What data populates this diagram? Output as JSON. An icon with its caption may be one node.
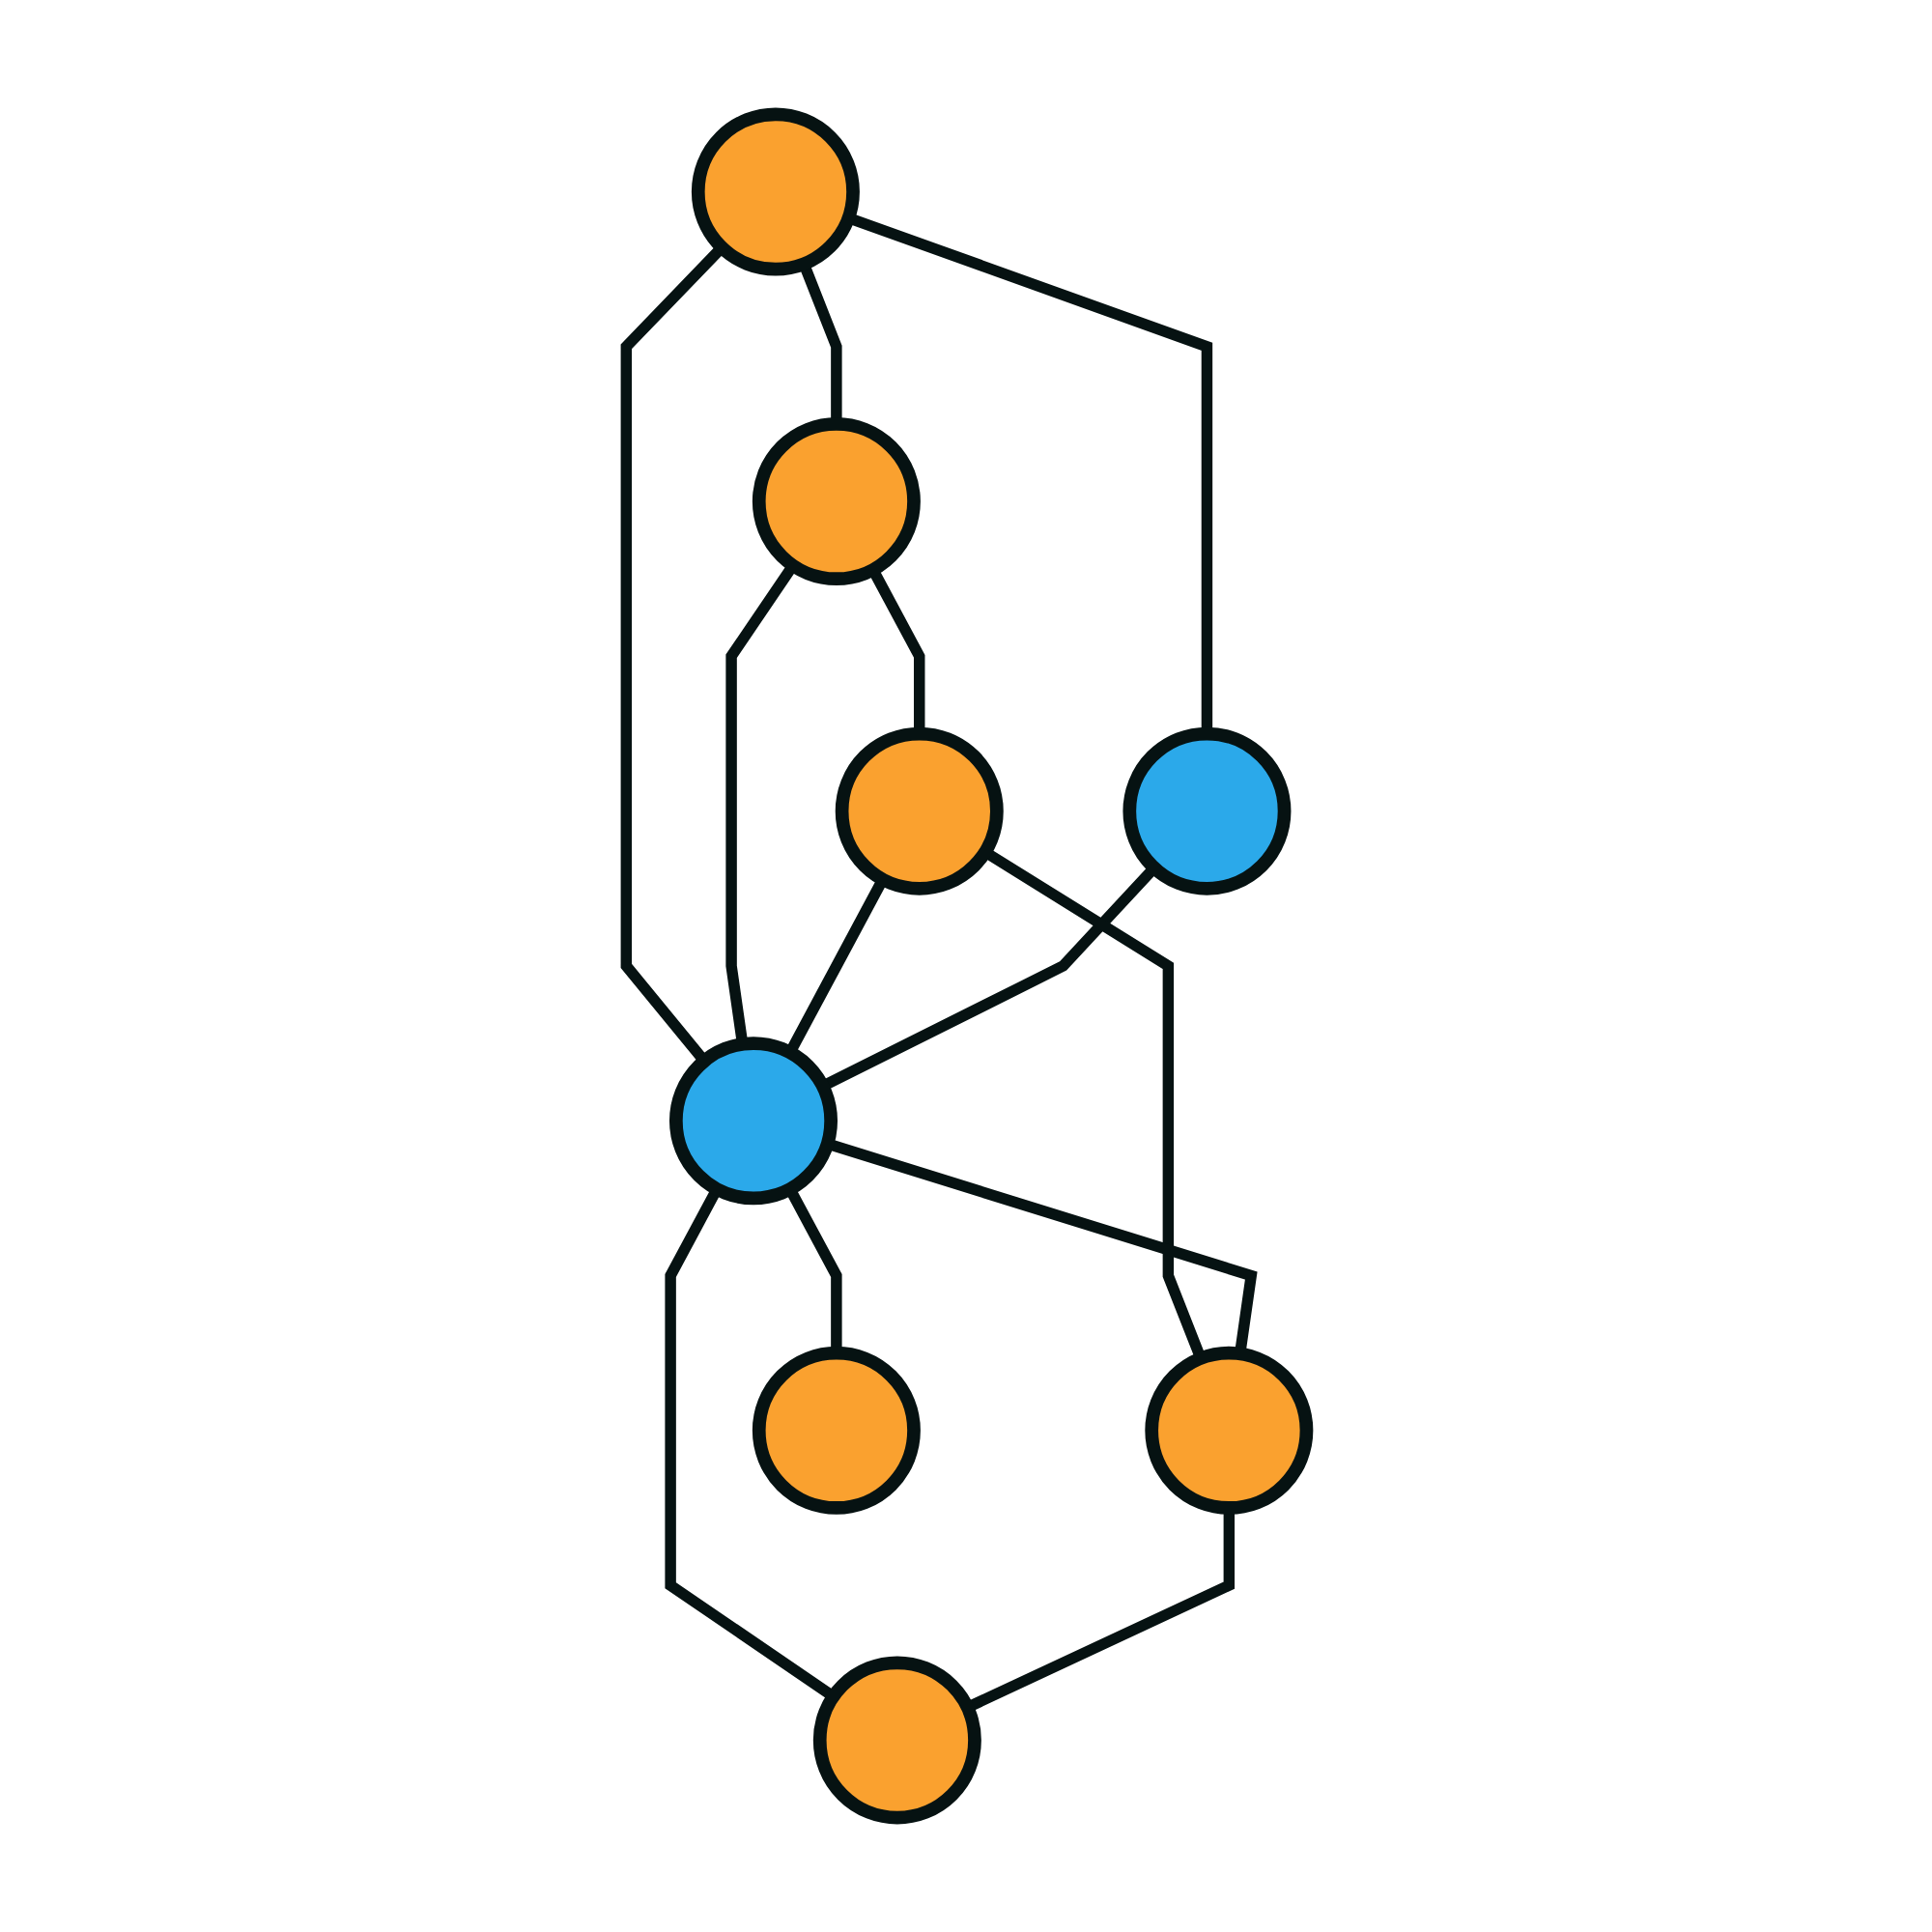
{
  "diagram": {
    "nodes": [
      {
        "text": [],
        "shape": "circle"
      },
      {
        "text": [],
        "shape": "circle"
      },
      {
        "text": [],
        "shape": "circle"
      },
      {
        "text": [],
        "shape": "circle"
      },
      {
        "text": [],
        "shape": "circle"
      },
      {
        "text": [],
        "shape": "circle"
      },
      {
        "text": [],
        "shape": "circle"
      },
      {
        "text": [],
        "shape": "circle"
      }
    ],
    "edges": [
      {
        "from": 0,
        "to": 1,
        "arrow": "none"
      },
      {
        "from": 0,
        "to": 3,
        "arrow": "none"
      },
      {
        "from": 0,
        "to": 4,
        "arrow": "none"
      },
      {
        "from": 1,
        "to": 4,
        "arrow": "none"
      },
      {
        "from": 1,
        "to": 2,
        "arrow": "none"
      },
      {
        "from": 2,
        "to": 4,
        "arrow": "none"
      },
      {
        "from": 3,
        "to": 4,
        "arrow": "none"
      },
      {
        "from": 2,
        "to": 5,
        "arrow": "none"
      },
      {
        "from": 4,
        "to": 6,
        "arrow": "none"
      },
      {
        "from": 4,
        "to": 7,
        "arrow": "none"
      },
      {
        "from": 4,
        "to": 5,
        "arrow": "none"
      },
      {
        "from": 5,
        "to": 7,
        "arrow": "none"
      }
    ]
  }
}
